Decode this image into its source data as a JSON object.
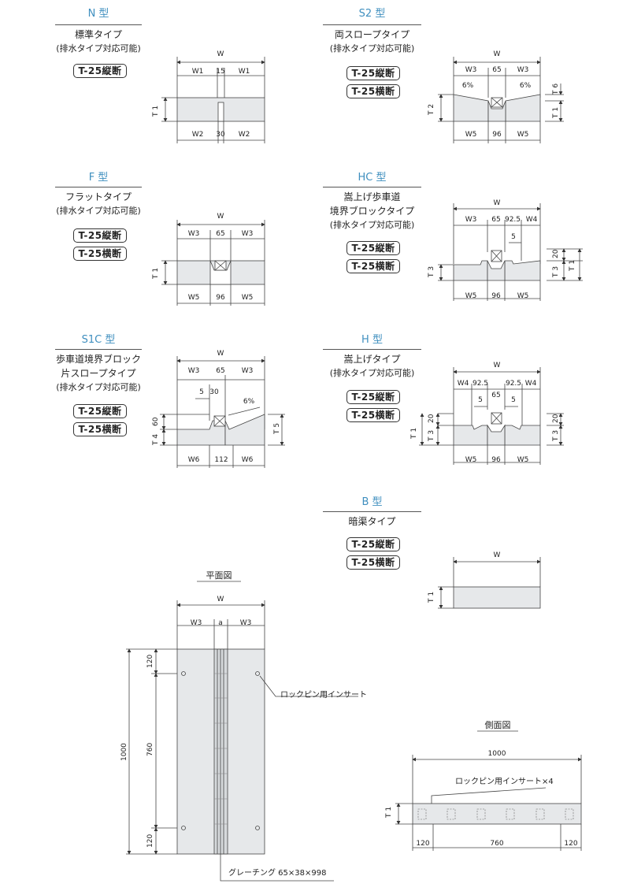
{
  "sections": {
    "n": {
      "title": "N 型",
      "subtitle": "標準タイプ",
      "note": "(排水タイプ対応可能)",
      "badges": [
        "T-25縦断"
      ]
    },
    "s2": {
      "title": "S2 型",
      "subtitle": "両スロープタイプ",
      "note": "(排水タイプ対応可能)",
      "badges": [
        "T-25縦断",
        "T-25横断"
      ]
    },
    "f": {
      "title": "F 型",
      "subtitle": "フラットタイプ",
      "note": "(排水タイプ対応可能)",
      "badges": [
        "T-25縦断",
        "T-25横断"
      ]
    },
    "hc": {
      "title": "HC 型",
      "subtitle": "嵩上げ歩車道",
      "subtitle2": "境界ブロックタイプ",
      "note": "(排水タイプ対応可能)",
      "badges": [
        "T-25縦断",
        "T-25横断"
      ]
    },
    "s1c": {
      "title": "S1C 型",
      "subtitle": "歩車道境界ブロック",
      "subtitle2": "片スロープタイプ",
      "note": "(排水タイプ対応可能)",
      "badges": [
        "T-25縦断",
        "T-25横断"
      ]
    },
    "h": {
      "title": "H 型",
      "subtitle": "嵩上げタイプ",
      "note": "(排水タイプ対応可能)",
      "badges": [
        "T-25縦断",
        "T-25横断"
      ]
    },
    "b": {
      "title": "B 型",
      "subtitle": "暗渠タイプ",
      "badges": [
        "T-25縦断",
        "T-25横断"
      ]
    }
  },
  "dims": {
    "W": "W",
    "W1": "W1",
    "W2": "W2",
    "W3": "W3",
    "W4": "W4",
    "W5": "W5",
    "W6": "W6",
    "T1": "T 1",
    "T2": "T 2",
    "T3": "T 3",
    "T4": "T 4",
    "T5": "T 5",
    "T6": "T 6",
    "d15": "15",
    "d30": "30",
    "d65": "65",
    "d96": "96",
    "d112": "112",
    "d92_5": "92.5",
    "d5": "5",
    "d20": "20",
    "d60": "60",
    "d6pct": "6%",
    "a": "a",
    "d120": "120",
    "d760": "760",
    "d1000": "1000"
  },
  "plan": {
    "title": "平面図",
    "insert_label": "ロックピン用インサート",
    "grating_label": "グレーチング 65×38×998"
  },
  "side": {
    "title": "側面図",
    "insert_label": "ロックピン用インサート×4"
  },
  "colors": {
    "accent": "#3f8fbf",
    "block": "#e6e8ea"
  }
}
